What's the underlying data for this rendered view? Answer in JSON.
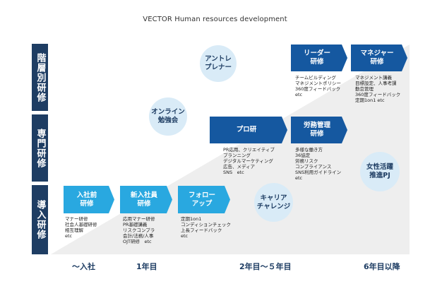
{
  "title": "VECTOR Human resources development",
  "side_labels": {
    "tier": "階層別研修",
    "specialist": "専門研修",
    "intro": "導入研修"
  },
  "boxes": {
    "nyusha_mae": {
      "label": "入社前\n研修",
      "desc": "マナー研修\n社会人基礎研修\n相互理解\netc"
    },
    "shinnyu": {
      "label": "新入社員\n研修",
      "desc": "応用マナー研修\nPR基礎講義\nリスクコンプラ\n会計/法務/人事\nOJT研修　etc"
    },
    "follow_up": {
      "label": "フォロー\nアップ",
      "desc": "定期1on1\nコンディションチェック\n上長フィードバック\netc"
    },
    "pro": {
      "label": "プロ研",
      "desc": "PR応用、クリエイティブ\nプランニング\nデジタルマーケティング\n広告、メディア\nSNS　etc"
    },
    "romu": {
      "label": "労務管理\n研修",
      "desc": "多様な働き方\n36協定\n労務リスク\nコンプライアンス\nSNS利用ガイドライン\netc"
    },
    "leader": {
      "label": "リーダー\n研修",
      "desc": "チームビルディング\nマネジメントポリシー\n360度フィードバック\netc"
    },
    "manager": {
      "label": "マネジャー\n研修",
      "desc": "マネジメント講義\n目標設定、人事考課\n勤怠管理\n360度フィードバック\n定期1on1 etc"
    }
  },
  "circles": {
    "entrepreneur": "アントレ\nプレナー",
    "online": "オンライン\n勉強会",
    "career": "キャリア\nチャレンジ",
    "women": "女性活躍\n推進PJ"
  },
  "axis": {
    "a1": "〜入社",
    "a2": "1年目",
    "a3": "2年目〜５年目",
    "a4": "6年目以降"
  },
  "colors": {
    "dark_navy": "#1e3d63",
    "dark_blue": "#1558a0",
    "light_blue": "#29a8e0",
    "circle_fill": "#d9ebf7",
    "triangle": "#eeeeee"
  }
}
